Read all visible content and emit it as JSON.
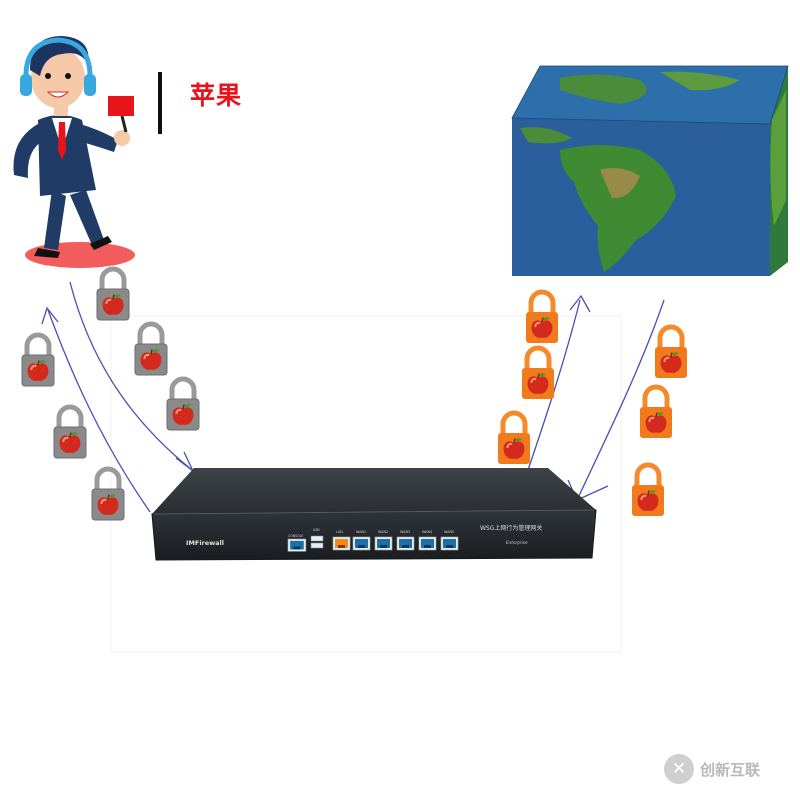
{
  "user": {
    "label": "苹果",
    "icon": "businessman-with-megaphone"
  },
  "internet": {
    "icon": "globe-cube-icon"
  },
  "firewall": {
    "brand": "IMFirewall",
    "model": "WSG上网行为管理网关",
    "edition": "Enterprise",
    "ports": [
      "CONSOLE",
      "USB",
      "LAN",
      "WAN1",
      "WAN2",
      "WAN3",
      "WAN4",
      "WAN5"
    ]
  },
  "locks": {
    "left_color": "#8a8a8a",
    "right_color": "#f07a1c",
    "content": "apple"
  },
  "colors": {
    "arrow": "#4a4fb5",
    "label_red": "#e8141c"
  },
  "watermark": {
    "text": "创新互联"
  }
}
